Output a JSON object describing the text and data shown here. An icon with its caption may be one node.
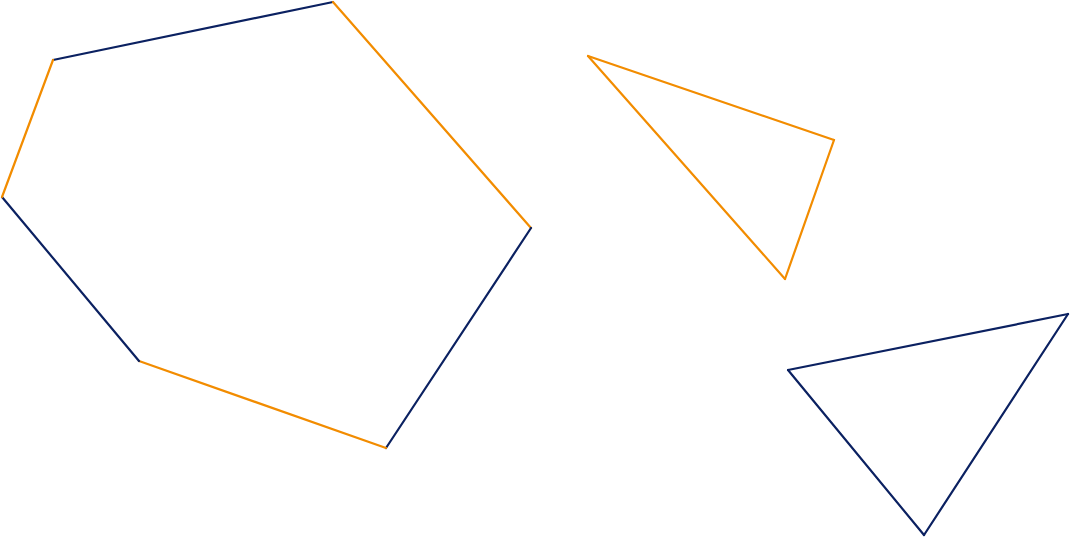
{
  "diagram": {
    "nodes": [
      {
        "text": [],
        "shape": "hexagon"
      },
      {
        "text": [],
        "shape": "triangle"
      },
      {
        "text": [],
        "shape": "triangle"
      }
    ]
  }
}
